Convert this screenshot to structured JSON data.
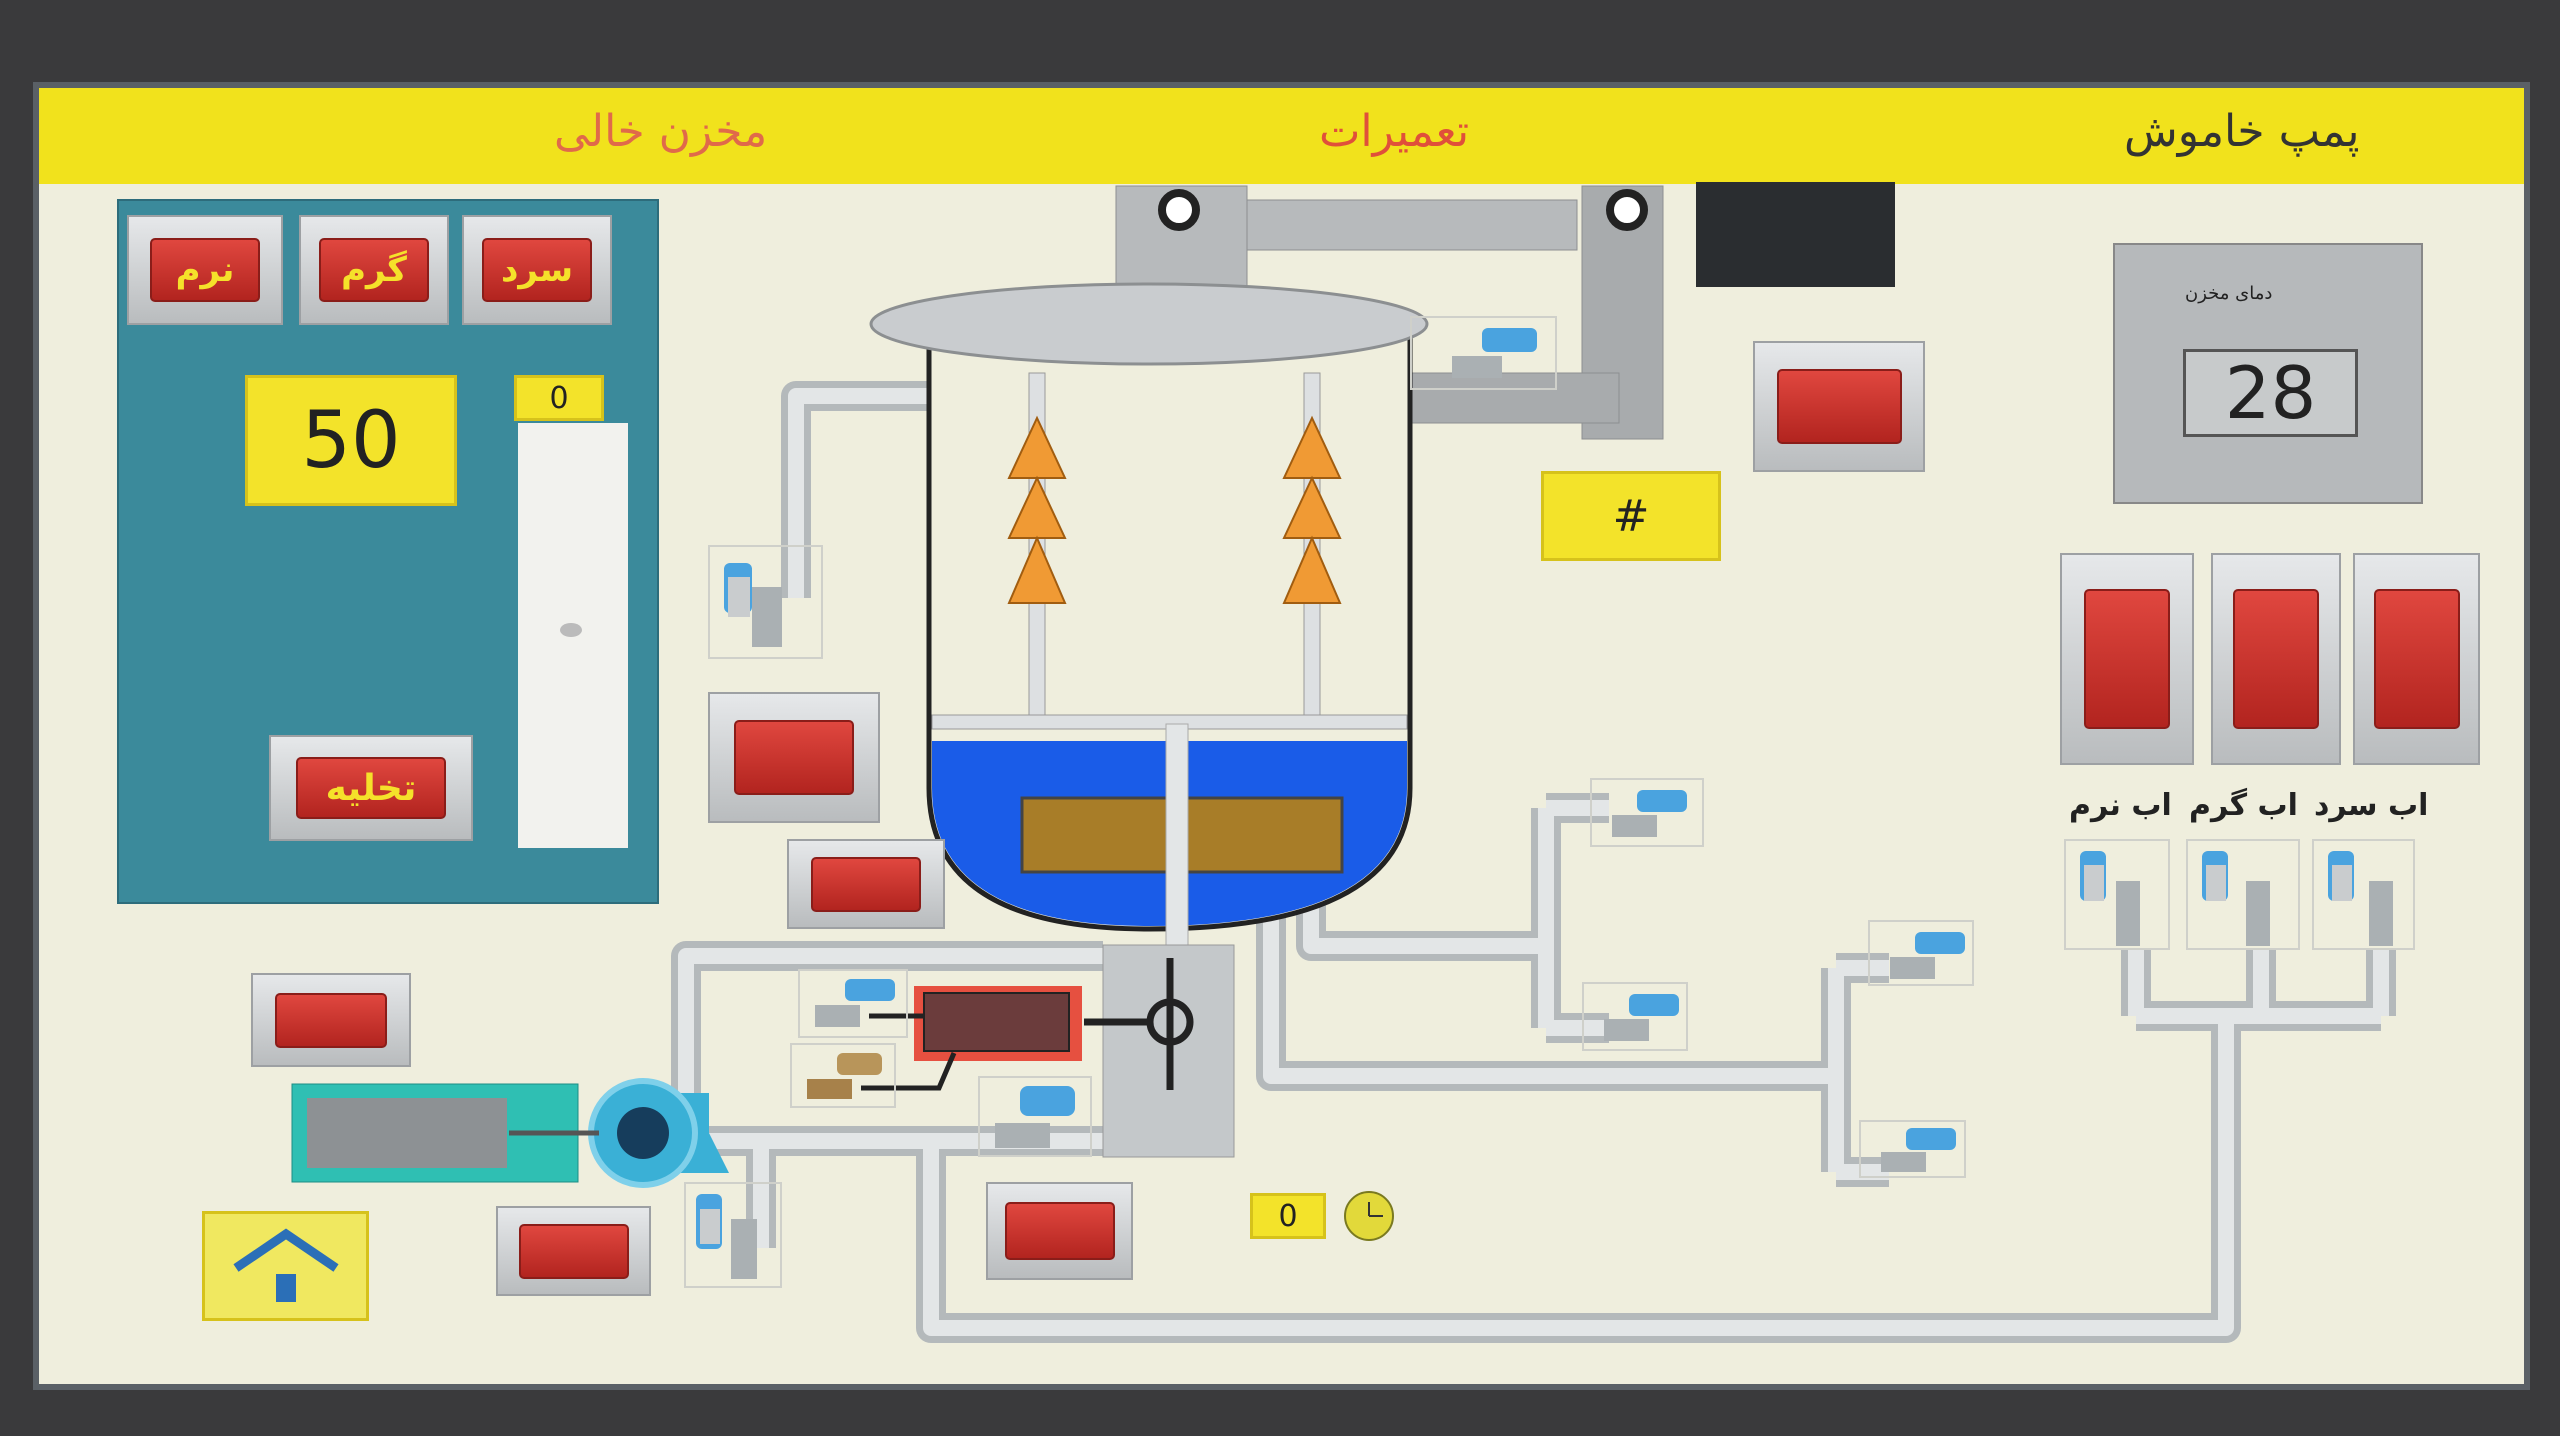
{
  "header": {
    "tank_status": "مخزن خالی",
    "maintenance": "تعمیرات",
    "pump_status": "پمپ خاموش"
  },
  "left_panel": {
    "buttons": [
      {
        "label": "نرم"
      },
      {
        "label": "گرم"
      },
      {
        "label": "سرد"
      }
    ],
    "setpoint_value": "50",
    "level_value": "0",
    "level_fraction": 0.5,
    "drain_label": "تخلیه"
  },
  "tank_temp": {
    "label": "دمای مخزن",
    "value": "28"
  },
  "hash_display": "#",
  "water_switches": [
    {
      "label": "اب نرم"
    },
    {
      "label": "اب گرم"
    },
    {
      "label": "اب سرد"
    }
  ],
  "timer": {
    "value": "0"
  },
  "colors": {
    "header": "#f1e21c",
    "panel": "#3b8a9b",
    "button_red": "#c8302a",
    "liquid": "#1a5ce8",
    "text_red": "#e0503a"
  }
}
